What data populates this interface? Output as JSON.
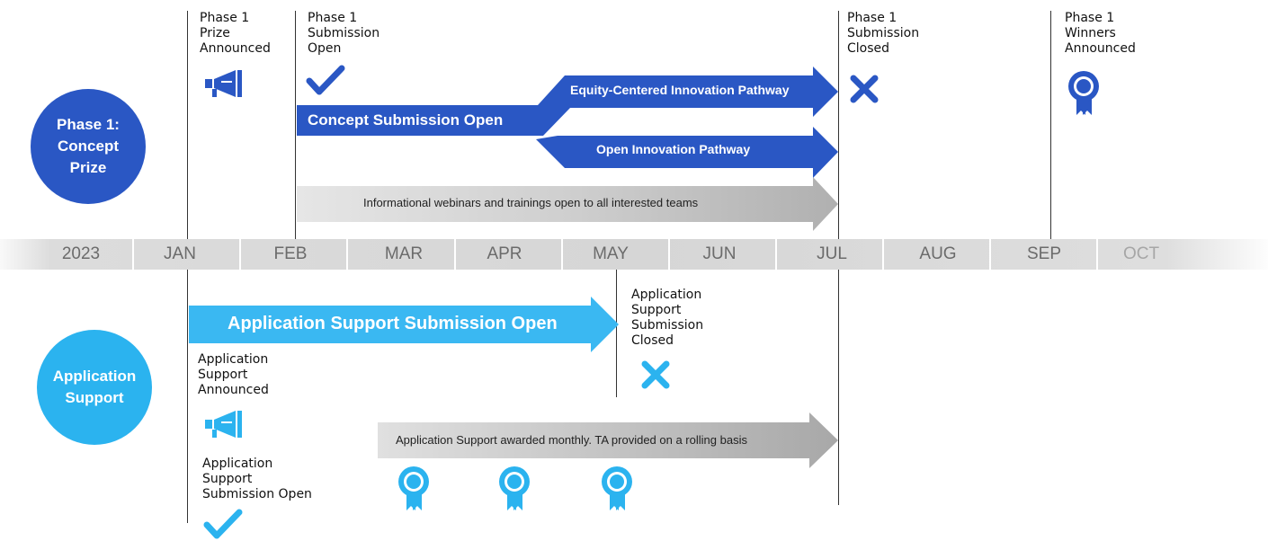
{
  "colors": {
    "dark_blue": "#2a57c4",
    "light_blue": "#2bb3ef",
    "gray_arrow": "#b8b8b8",
    "timeline_band": "#d6d6d6"
  },
  "timeline": {
    "year": "2023",
    "months": [
      "JAN",
      "FEB",
      "MAR",
      "APR",
      "MAY",
      "JUN",
      "JUL",
      "AUG",
      "SEP",
      "OCT"
    ]
  },
  "phase1": {
    "circle_label": "Phase 1:\nConcept\nPrize",
    "milestones": [
      {
        "label": "Phase 1\nPrize\nAnnounced",
        "icon": "megaphone-icon"
      },
      {
        "label": "Phase 1\nSubmission\nOpen",
        "icon": "checkmark-icon"
      },
      {
        "label": "Phase 1\nSubmission\nClosed",
        "icon": "x-icon"
      },
      {
        "label": "Phase 1\nWinners\nAnnounced",
        "icon": "award-ribbon-icon"
      }
    ],
    "main_arrow_label": "Concept Submission Open",
    "pathway_upper": "Equity-Centered Innovation Pathway",
    "pathway_lower": "Open Innovation Pathway",
    "webinar_arrow": "Informational webinars and trainings open to all interested teams"
  },
  "application_support": {
    "circle_label": "Application\nSupport",
    "main_arrow_label": "Application Support Submission Open",
    "milestones": [
      {
        "label": "Application\nSupport\nAnnounced",
        "icon": "megaphone-icon"
      },
      {
        "label": "Application\nSupport\nSubmission Open",
        "icon": "checkmark-icon"
      },
      {
        "label": "Application\nSupport\nSubmission\nClosed",
        "icon": "x-icon"
      }
    ],
    "awarded_arrow": "Application Support awarded monthly. TA provided on a rolling basis",
    "award_icons": [
      "award-ribbon-icon",
      "award-ribbon-icon",
      "award-ribbon-icon"
    ]
  }
}
